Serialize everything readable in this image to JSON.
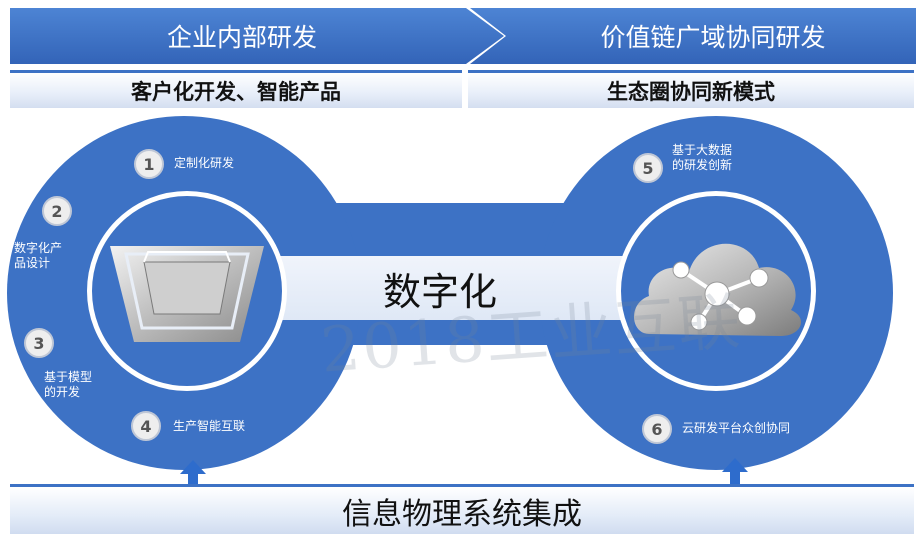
{
  "header": {
    "left_title": "企业内部研发",
    "right_title": "价值链广域协同研发",
    "left_subtitle": "客户化开发、智能产品",
    "right_subtitle": "生态圈协同新模式"
  },
  "center": {
    "label": "数字化"
  },
  "left_items": [
    {
      "num": "1",
      "label": "定制化研发"
    },
    {
      "num": "2",
      "label": "数字化产\n品设计"
    },
    {
      "num": "3",
      "label": "基于模型\n的开发"
    },
    {
      "num": "4",
      "label": "生产智能互联"
    }
  ],
  "right_items": [
    {
      "num": "5",
      "label": "基于大数据\n的研发创新"
    },
    {
      "num": "6",
      "label": "云研发平台众创协同"
    }
  ],
  "bottom": {
    "label": "信息物理系统集成"
  },
  "watermark": "2018工业互联",
  "colors": {
    "primary_blue": "#3d72c5",
    "arrow_blue": "#2e6ccc",
    "light_band": "#e2eaf6"
  },
  "icons": {
    "left_inner": "vessel-icon",
    "right_inner": "cloud-network-icon",
    "arrows": "up-arrow-icon"
  }
}
